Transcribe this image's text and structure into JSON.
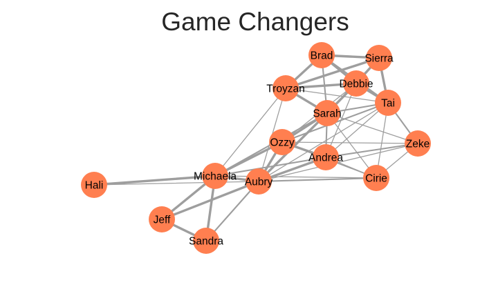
{
  "title": "Game Changers",
  "style": {
    "node_color": "#FF7F50",
    "edge_color": "#9E9E9E",
    "label_color": "#000000",
    "title_color": "#262626",
    "background": "#FFFFFF"
  },
  "nodes": [
    {
      "id": "Brad",
      "label": "Brad"
    },
    {
      "id": "Sierra",
      "label": "Sierra"
    },
    {
      "id": "Debbie",
      "label": "Debbie"
    },
    {
      "id": "Troyzan",
      "label": "Troyzan"
    },
    {
      "id": "Tai",
      "label": "Tai"
    },
    {
      "id": "Sarah",
      "label": "Sarah"
    },
    {
      "id": "Zeke",
      "label": "Zeke"
    },
    {
      "id": "Ozzy",
      "label": "Ozzy"
    },
    {
      "id": "Andrea",
      "label": "Andrea"
    },
    {
      "id": "Michaela",
      "label": "Michaela"
    },
    {
      "id": "Aubry",
      "label": "Aubry"
    },
    {
      "id": "Cirie",
      "label": "Cirie"
    },
    {
      "id": "Hali",
      "label": "Hali"
    },
    {
      "id": "Jeff",
      "label": "Jeff"
    },
    {
      "id": "Sandra",
      "label": "Sandra"
    }
  ],
  "edges": [
    {
      "source": "Brad",
      "target": "Sierra",
      "weight": 3
    },
    {
      "source": "Brad",
      "target": "Debbie",
      "weight": 3
    },
    {
      "source": "Brad",
      "target": "Troyzan",
      "weight": 3
    },
    {
      "source": "Brad",
      "target": "Tai",
      "weight": 2
    },
    {
      "source": "Brad",
      "target": "Sarah",
      "weight": 2
    },
    {
      "source": "Sierra",
      "target": "Debbie",
      "weight": 3
    },
    {
      "source": "Sierra",
      "target": "Troyzan",
      "weight": 3
    },
    {
      "source": "Sierra",
      "target": "Tai",
      "weight": 3
    },
    {
      "source": "Sierra",
      "target": "Sarah",
      "weight": 2
    },
    {
      "source": "Debbie",
      "target": "Troyzan",
      "weight": 3
    },
    {
      "source": "Debbie",
      "target": "Tai",
      "weight": 3
    },
    {
      "source": "Debbie",
      "target": "Sarah",
      "weight": 3
    },
    {
      "source": "Debbie",
      "target": "Ozzy",
      "weight": 1
    },
    {
      "source": "Debbie",
      "target": "Andrea",
      "weight": 1
    },
    {
      "source": "Troyzan",
      "target": "Sarah",
      "weight": 3
    },
    {
      "source": "Troyzan",
      "target": "Tai",
      "weight": 1
    },
    {
      "source": "Troyzan",
      "target": "Michaela",
      "weight": 1
    },
    {
      "source": "Troyzan",
      "target": "Aubry",
      "weight": 1
    },
    {
      "source": "Tai",
      "target": "Sarah",
      "weight": 2
    },
    {
      "source": "Tai",
      "target": "Zeke",
      "weight": 2
    },
    {
      "source": "Tai",
      "target": "Ozzy",
      "weight": 2
    },
    {
      "source": "Tai",
      "target": "Andrea",
      "weight": 1
    },
    {
      "source": "Tai",
      "target": "Cirie",
      "weight": 1
    },
    {
      "source": "Tai",
      "target": "Aubry",
      "weight": 1
    },
    {
      "source": "Sarah",
      "target": "Ozzy",
      "weight": 3
    },
    {
      "source": "Sarah",
      "target": "Andrea",
      "weight": 2
    },
    {
      "source": "Sarah",
      "target": "Zeke",
      "weight": 1
    },
    {
      "source": "Sarah",
      "target": "Cirie",
      "weight": 1
    },
    {
      "source": "Sarah",
      "target": "Michaela",
      "weight": 2
    },
    {
      "source": "Sarah",
      "target": "Aubry",
      "weight": 3
    },
    {
      "source": "Zeke",
      "target": "Andrea",
      "weight": 2
    },
    {
      "source": "Zeke",
      "target": "Cirie",
      "weight": 1
    },
    {
      "source": "Zeke",
      "target": "Aubry",
      "weight": 1
    },
    {
      "source": "Zeke",
      "target": "Ozzy",
      "weight": 1
    },
    {
      "source": "Ozzy",
      "target": "Andrea",
      "weight": 3
    },
    {
      "source": "Ozzy",
      "target": "Michaela",
      "weight": 3
    },
    {
      "source": "Ozzy",
      "target": "Aubry",
      "weight": 3
    },
    {
      "source": "Ozzy",
      "target": "Cirie",
      "weight": 1
    },
    {
      "source": "Andrea",
      "target": "Michaela",
      "weight": 2
    },
    {
      "source": "Andrea",
      "target": "Aubry",
      "weight": 3
    },
    {
      "source": "Andrea",
      "target": "Cirie",
      "weight": 1
    },
    {
      "source": "Michaela",
      "target": "Aubry",
      "weight": 3
    },
    {
      "source": "Michaela",
      "target": "Hali",
      "weight": 3
    },
    {
      "source": "Michaela",
      "target": "Jeff",
      "weight": 3
    },
    {
      "source": "Michaela",
      "target": "Sandra",
      "weight": 3
    },
    {
      "source": "Michaela",
      "target": "Cirie",
      "weight": 1
    },
    {
      "source": "Aubry",
      "target": "Cirie",
      "weight": 2
    },
    {
      "source": "Aubry",
      "target": "Jeff",
      "weight": 3
    },
    {
      "source": "Aubry",
      "target": "Sandra",
      "weight": 2
    },
    {
      "source": "Aubry",
      "target": "Hali",
      "weight": 1
    },
    {
      "source": "Jeff",
      "target": "Sandra",
      "weight": 3
    }
  ]
}
